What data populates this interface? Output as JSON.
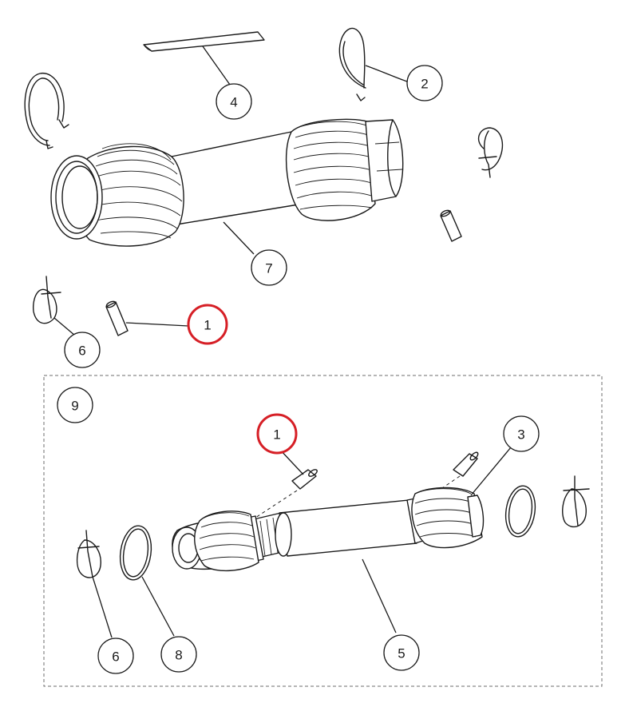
{
  "callouts": {
    "c1_upper": "1",
    "c1_lower": "1",
    "c2": "2",
    "c3": "3",
    "c4": "4",
    "c5": "5",
    "c6_upper": "6",
    "c6_lower": "6",
    "c7": "7",
    "c8": "8",
    "c9": "9"
  },
  "colors": {
    "highlight": "#d61f26",
    "line": "#1a1a1a",
    "group_border": "#6d6d6d"
  }
}
